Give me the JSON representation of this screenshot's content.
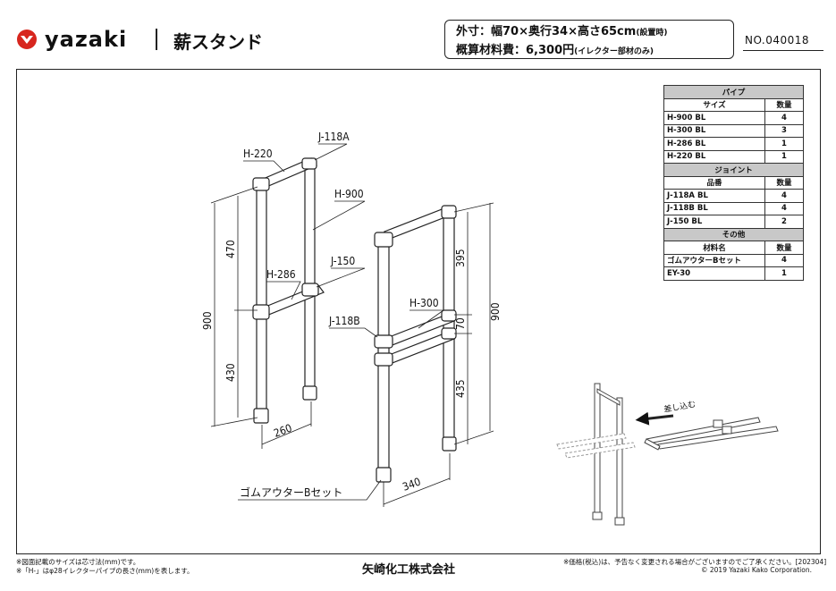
{
  "header": {
    "brand": "yazaki",
    "title": "薪スタンド",
    "spec_line1_main": "外寸：幅70×奥行34×高さ65cm",
    "spec_line1_note": "(設置時)",
    "spec_line2_main": "概算材料費：6,300円",
    "spec_line2_note": "(イレクター部材のみ)",
    "doc_no": "NO.040018"
  },
  "parts_table": {
    "pipe_header": "パイプ",
    "pipe_col_name": "サイズ",
    "pipe_col_qty": "数量",
    "pipes": [
      {
        "name": "H-900 BL",
        "qty": "4"
      },
      {
        "name": "H-300 BL",
        "qty": "3"
      },
      {
        "name": "H-286 BL",
        "qty": "1"
      },
      {
        "name": "H-220 BL",
        "qty": "1"
      }
    ],
    "joint_header": "ジョイント",
    "joint_col_name": "品番",
    "joint_col_qty": "数量",
    "joints": [
      {
        "name": "J-118A BL",
        "qty": "4"
      },
      {
        "name": "J-118B BL",
        "qty": "4"
      },
      {
        "name": "J-150 BL",
        "qty": "2"
      }
    ],
    "other_header": "その他",
    "other_col_name": "材料名",
    "other_col_qty": "数量",
    "others": [
      {
        "name": "ゴムアウターBセット",
        "qty": "4"
      },
      {
        "name": "EY-30",
        "qty": "1"
      }
    ]
  },
  "drawing": {
    "labels": {
      "h220": "H-220",
      "j118a": "J-118A",
      "h900": "H-900",
      "h286": "H-286",
      "j150": "J-150",
      "h300": "H-300",
      "j118b": "J-118B",
      "rubber": "ゴムアウターBセット",
      "insert": "差し込む"
    },
    "dims": {
      "d470": "470",
      "d900_left": "900",
      "d430": "430",
      "d260": "260",
      "d395": "395",
      "d70": "70",
      "d900_right": "900",
      "d435": "435",
      "d340": "340"
    }
  },
  "footer": {
    "note1": "※図面記載のサイズは芯寸法(mm)です。",
    "note2": "※「H-」はφ28イレクターパイプの長さ(mm)を表します。",
    "company": "矢崎化工株式会社",
    "price_note": "※価格(税込)は、予告なく変更される場合がございますのでご了承ください。[202304]",
    "copyright": "© 2019 Yazaki Kako Corporation."
  },
  "colors": {
    "brand_red": "#d7261e",
    "ink": "#111111"
  }
}
